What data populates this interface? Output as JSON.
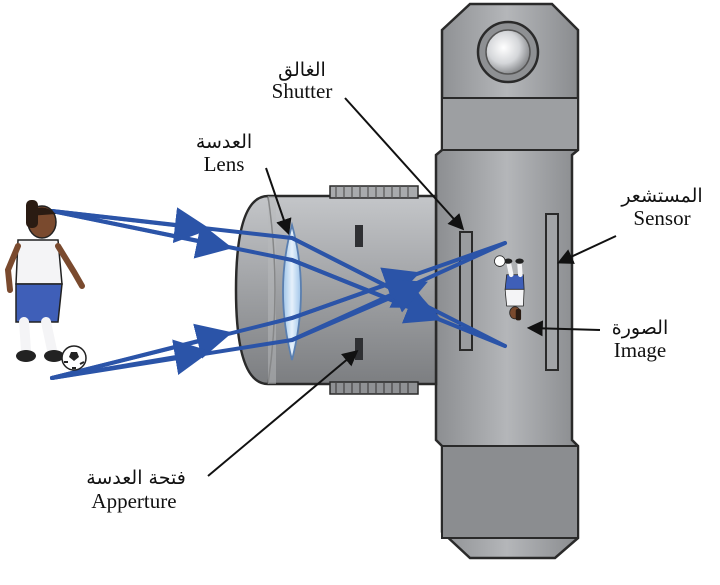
{
  "labels": {
    "shutter": {
      "ar": "الغالق",
      "en": "Shutter"
    },
    "lens": {
      "ar": "العدسة",
      "en": "Lens"
    },
    "sensor": {
      "ar": "المستشعر",
      "en": "Sensor"
    },
    "image": {
      "ar": "الصورة",
      "en": "Image"
    },
    "aperture": {
      "ar": "فتحة العدسة",
      "en": "Apperture"
    }
  },
  "colors": {
    "ray": "#2b54a8",
    "camera_body": "#a6a8ab",
    "camera_dark": "#7b7d80",
    "lens_glass": "#cfe3f4",
    "jersey_blue": "#3f5fb8"
  }
}
